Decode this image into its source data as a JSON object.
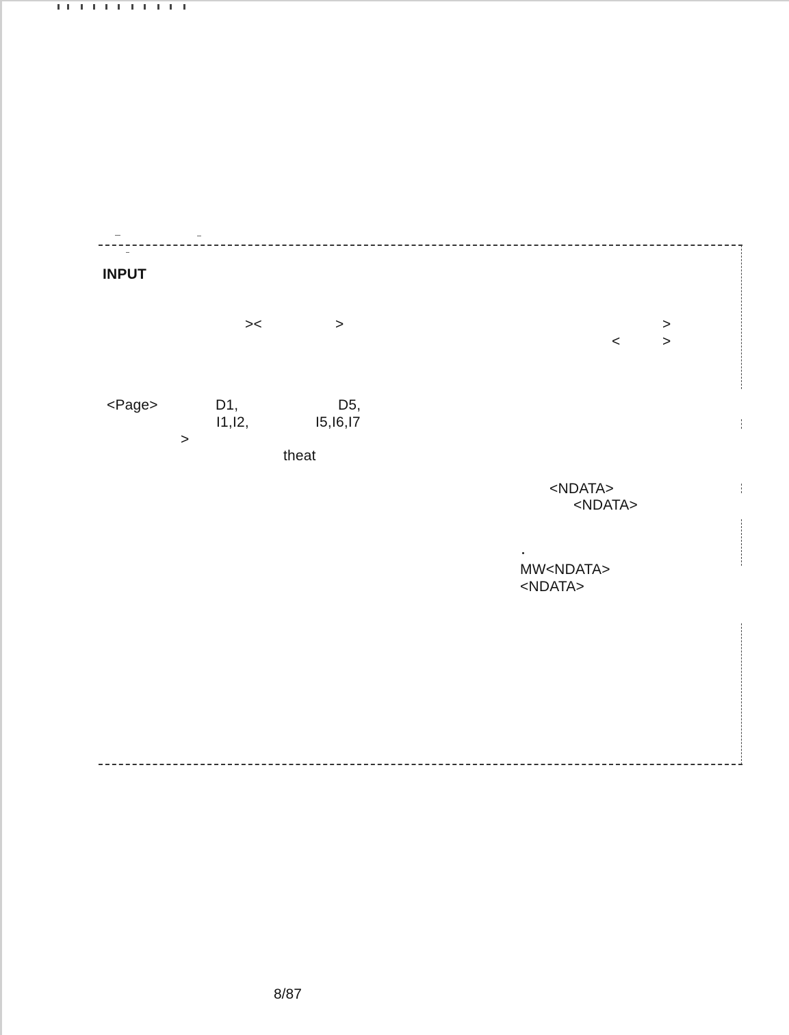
{
  "page": {
    "section_label": "INPUT",
    "tokens": {
      "gt_lt": "><",
      "gt_a": ">",
      "gt_b": ">",
      "lt_c": "<",
      "gt_c": ">",
      "page_tag": "<Page>",
      "d1": "D1,",
      "d5": "D5,",
      "i_start": "I1,I2,",
      "i_end": "I5,I6,I7",
      "gt_d": ">",
      "theat": "theat",
      "ndata_1": "<NDATA>",
      "ndata_2": "<NDATA>",
      "mw_ndata": "MW<NDATA>",
      "ndata_3": "<NDATA>"
    },
    "page_number": "8/87"
  }
}
